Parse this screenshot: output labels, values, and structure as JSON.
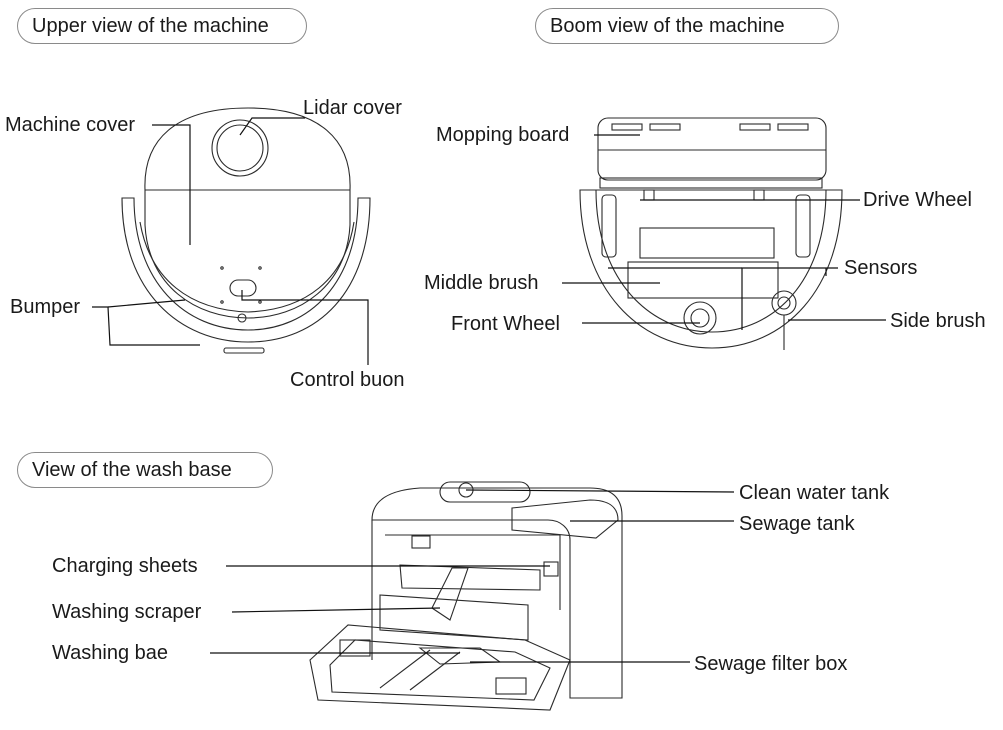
{
  "sections": {
    "upper": "Upper view of the machine",
    "bottom": "Boom view of the machine",
    "base": "View of the wash base"
  },
  "upper_labels": {
    "machine_cover": "Machine cover",
    "lidar_cover": "Lidar cover",
    "bumper": "Bumper",
    "control_button": "Control buon"
  },
  "bottom_labels": {
    "mopping_board": "Mopping board",
    "drive_wheel": "Drive Wheel",
    "middle_brush": "Middle brush",
    "sensors": "Sensors",
    "front_wheel": "Front Wheel",
    "side_brush": "Side brush"
  },
  "base_labels": {
    "clean_water_tank": "Clean water tank",
    "sewage_tank": "Sewage tank",
    "charging_sheets": "Charging sheets",
    "washing_scraper": "Washing scraper",
    "washing_base": "Washing bae",
    "sewage_filter_box": "Sewage filter box"
  }
}
